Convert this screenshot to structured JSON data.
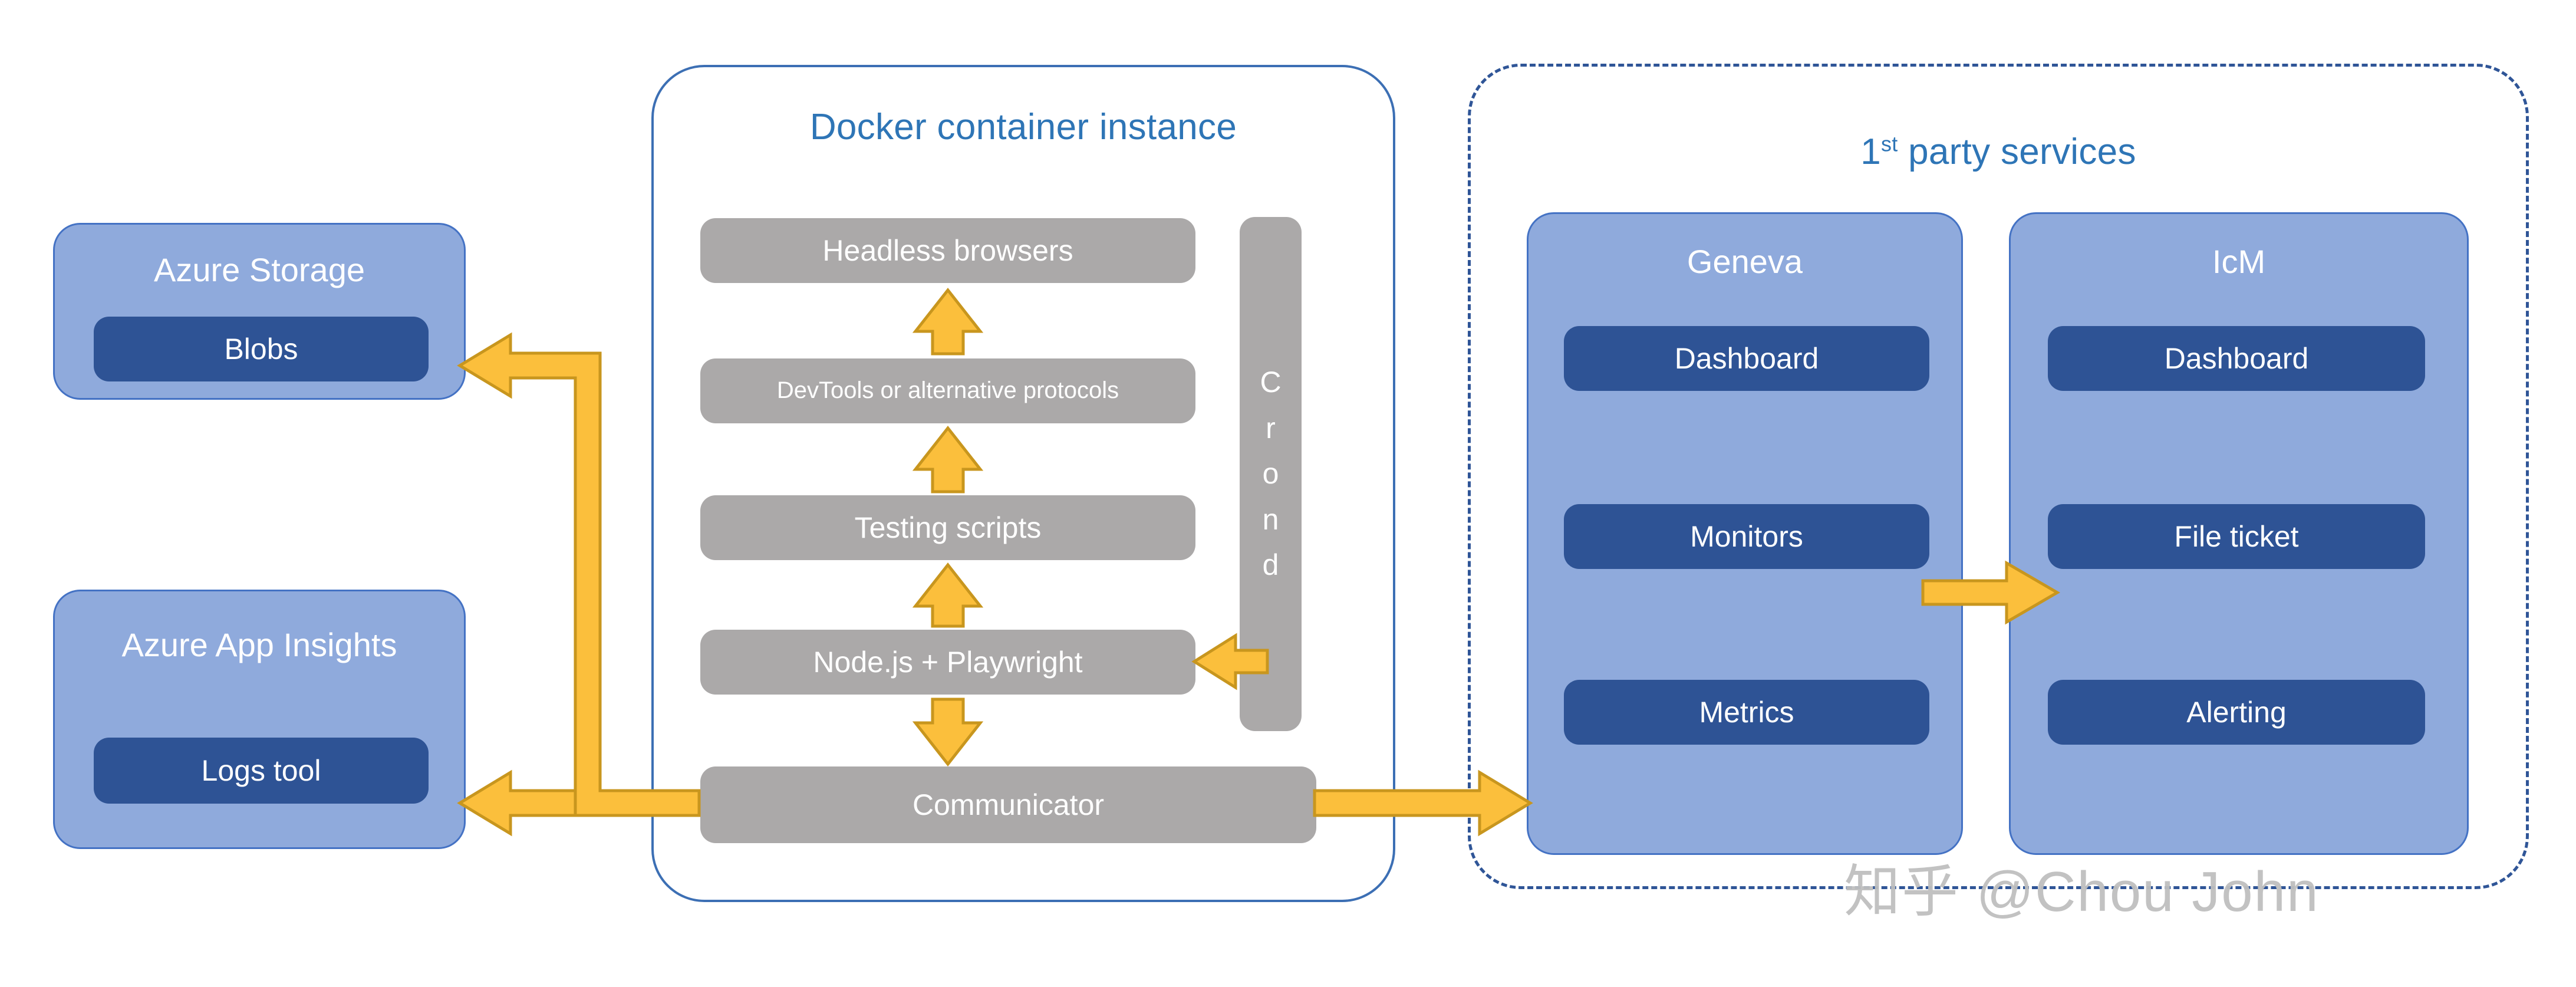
{
  "diagram": {
    "title_watermark": "知乎 @Chou John",
    "colors": {
      "accent_arrow": "#FBBF3C",
      "arrow_outline": "#C8961E",
      "card_light_blue": "#8FAADC",
      "card_border_blue": "#4472C4",
      "pill_dark_blue": "#2E5395",
      "grey_box": "#ABA9A9",
      "group_title_blue": "#2E75B6",
      "frame_solid_blue": "#3C6FB4",
      "frame_dashed_blue": "#2F5597"
    }
  },
  "left_column": {
    "cards": [
      {
        "title": "Azure Storage",
        "items": [
          {
            "label": "Blobs"
          }
        ]
      },
      {
        "title": "Azure App Insights",
        "items": [
          {
            "label": "Logs tool"
          }
        ]
      }
    ]
  },
  "docker": {
    "title": "Docker container instance",
    "boxes": [
      {
        "label": "Headless browsers"
      },
      {
        "label": "DevTools or alternative protocols"
      },
      {
        "label": "Testing scripts"
      },
      {
        "label": "Node.js + Playwright"
      },
      {
        "label": "Communicator"
      }
    ],
    "sidebar": {
      "label": "Crond",
      "letters": [
        "C",
        "r",
        "o",
        "n",
        "d"
      ]
    }
  },
  "first_party": {
    "title_prefix": "1",
    "title_sup": "st",
    "title_suffix": " party services",
    "title_full": "1st party services",
    "cards": [
      {
        "title": "Geneva",
        "items": [
          {
            "label": "Dashboard"
          },
          {
            "label": "Monitors"
          },
          {
            "label": "Metrics"
          }
        ]
      },
      {
        "title": "IcM",
        "items": [
          {
            "label": "Dashboard"
          },
          {
            "label": "File ticket"
          },
          {
            "label": "Alerting"
          }
        ]
      }
    ]
  },
  "connections": [
    {
      "from": "Communicator",
      "to": "Blobs",
      "direction": "left"
    },
    {
      "from": "Communicator",
      "to": "Logs tool",
      "direction": "left"
    },
    {
      "from": "Communicator",
      "to": "Geneva",
      "direction": "right"
    },
    {
      "from": "Node.js + Playwright",
      "to": "Communicator",
      "direction": "down"
    },
    {
      "from": "Node.js + Playwright",
      "to": "Testing scripts",
      "direction": "up"
    },
    {
      "from": "Testing scripts",
      "to": "DevTools or alternative protocols",
      "direction": "up"
    },
    {
      "from": "DevTools or alternative protocols",
      "to": "Headless browsers",
      "direction": "up"
    },
    {
      "from": "Crond",
      "to": "Node.js + Playwright",
      "direction": "left"
    },
    {
      "from": "Monitors",
      "to": "File ticket",
      "direction": "right"
    }
  ]
}
